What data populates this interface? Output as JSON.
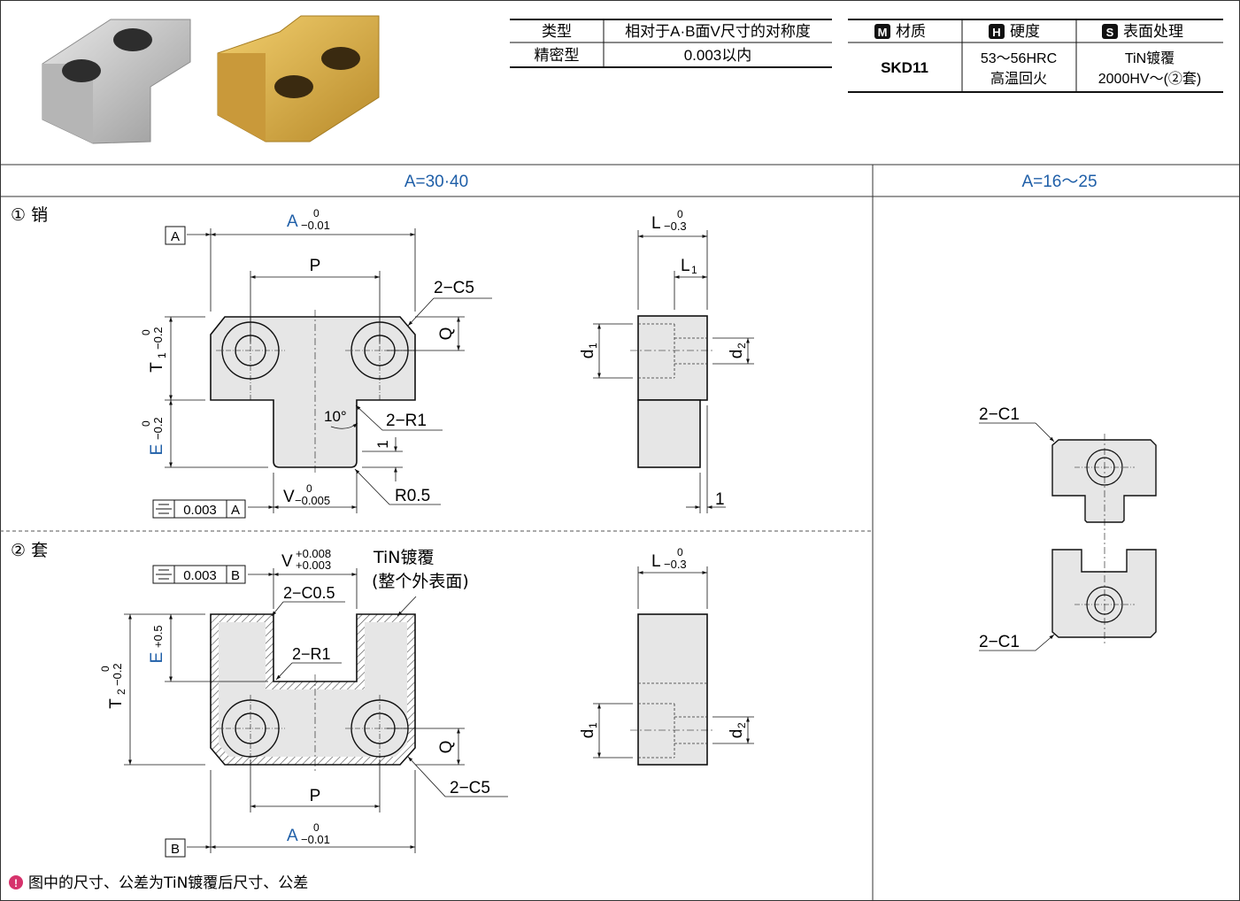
{
  "spec_table": {
    "type_header": "类型",
    "symmetry_header": "相对于A·B面V尺寸的对称度",
    "type_value": "精密型",
    "symmetry_value": "0.003以内"
  },
  "material_table": {
    "material_badge": "M",
    "material_header": "材质",
    "hardness_badge": "H",
    "hardness_header": "硬度",
    "surface_badge": "S",
    "surface_header": "表面处理",
    "material_value": "SKD11",
    "hardness_line1": "53～56HRC",
    "hardness_line2": "高温回火",
    "surface_line1": "TiN镀覆",
    "surface_line2": "2000HV～(②套)"
  },
  "columns": {
    "left_header": "A=30·40",
    "right_header": "A=16～25"
  },
  "pin": {
    "section_label": "① 销",
    "datum": "A",
    "dim_a": "A",
    "tol_zero": "0",
    "tol_a": "−0.01",
    "dim_p": "P",
    "chamfer": "2−C5",
    "dim_q": "Q",
    "dim_t1": "T",
    "t1_sub": "1",
    "tol_t1": "−0.2",
    "dim_e": "E",
    "tol_e": "−0.2",
    "angle": "10°",
    "radius": "2−R1",
    "dim_one": "1",
    "dim_v": "V",
    "tol_v": "−0.005",
    "r05": "R0.5",
    "sym_value": "0.003",
    "sym_datum": "A"
  },
  "pin_side": {
    "dim_l": "L",
    "tol_l": "−0.3",
    "dim_l1": "L",
    "l1_sub": "1",
    "dim_d1": "d",
    "d1_sub": "1",
    "dim_d2": "d",
    "d2_sub": "2",
    "dim_one": "1"
  },
  "sleeve": {
    "section_label": "② 套",
    "sym_value": "0.003",
    "sym_datum": "B",
    "dim_v": "V",
    "tol_v_upper": "+0.008",
    "tol_v_lower": "+0.003",
    "coating_line1": "TiN镀覆",
    "coating_line2": "(整个外表面)",
    "chamfer_small": "2−C0.5",
    "radius": "2−R1",
    "dim_e": "E",
    "tol_e": "+0.5",
    "zero": "0",
    "dim_t2": "T",
    "t2_sub": "2",
    "tol_t2": "−0.2",
    "dim_q": "Q",
    "dim_p": "P",
    "chamfer": "2−C5",
    "dim_a": "A",
    "tol_a": "−0.01",
    "datum": "B"
  },
  "sleeve_side": {
    "dim_l": "L",
    "tol_l": "−0.3",
    "dim_d1": "d",
    "d1_sub": "1",
    "dim_d2": "d",
    "d2_sub": "2"
  },
  "small_size": {
    "chamfer_top": "2−C1",
    "chamfer_bottom": "2−C1"
  },
  "note": {
    "icon_text": "!",
    "text": "图中的尺寸、公差为TiN镀覆后尺寸、公差"
  },
  "colors": {
    "accent_blue": "#1f5fa8",
    "part_fill": "#e6e6e6",
    "note_icon": "#d6336c",
    "steel_part": "#bfbfbf",
    "gold_part": "#d4a640"
  }
}
